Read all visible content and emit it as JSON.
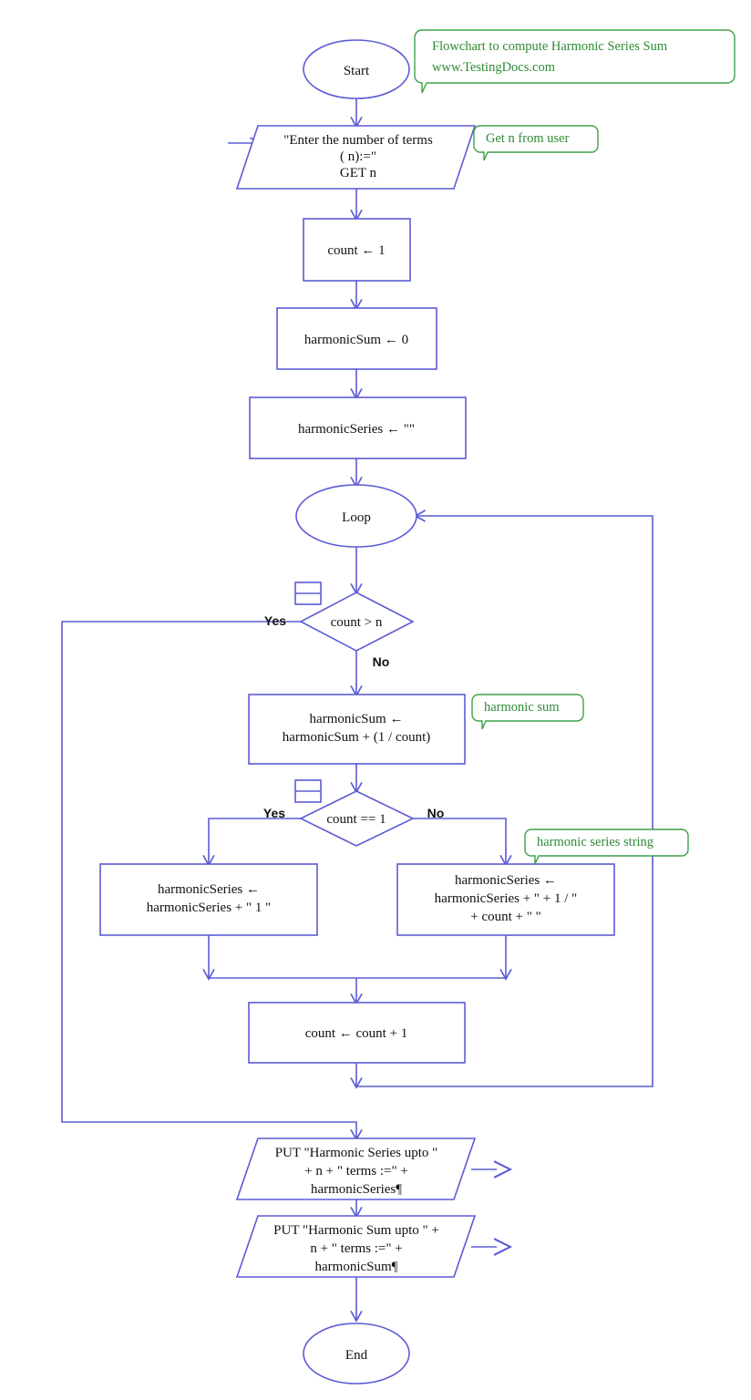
{
  "diagram": {
    "title_note": {
      "line1": "Flowchart to compute Harmonic Series Sum",
      "line2": "www.TestingDocs.com"
    },
    "colors": {
      "shape_stroke": "#5b5bd6",
      "connector": "#5b5bd6",
      "note_stroke": "#3fa14a",
      "note_text": "#2e8b33",
      "node_text": "#111111",
      "background": "#ffffff"
    },
    "nodes": {
      "start": {
        "label": "Start",
        "type": "terminator"
      },
      "input_n": {
        "type": "input",
        "line1": "\"Enter the number of terms",
        "line2": "( n):=\"",
        "line3": "GET n"
      },
      "init_count": {
        "type": "process",
        "line1": "count ← 1"
      },
      "init_sum": {
        "type": "process",
        "line1": "harmonicSum ← 0"
      },
      "init_series": {
        "type": "process",
        "line1": "harmonicSeries ← \"\""
      },
      "loop": {
        "label": "Loop",
        "type": "loop-terminator"
      },
      "decision_count_gt_n": {
        "type": "decision",
        "label": "count > n",
        "yes_label": "Yes",
        "no_label": "No"
      },
      "accumulate_sum": {
        "type": "process",
        "line1": "harmonicSum ←",
        "line2": "harmonicSum  +  (1 / count)"
      },
      "decision_count_eq_1": {
        "type": "decision",
        "label": "count == 1",
        "yes_label": "Yes",
        "no_label": "No"
      },
      "series_first": {
        "type": "process",
        "line1": "harmonicSeries ←",
        "line2": "harmonicSeries  +  \" 1 \""
      },
      "series_next": {
        "type": "process",
        "line1": "harmonicSeries ←",
        "line2": "harmonicSeries  +  \"  +  1 / \"",
        "line3": "+   count  +  \" \""
      },
      "increment": {
        "type": "process",
        "line1": "count ← count  +  1"
      },
      "put_series": {
        "type": "output",
        "line1": "PUT \"Harmonic Series upto \"",
        "line2": "+ n + \" terms :=\" +",
        "line3": "harmonicSeries¶"
      },
      "put_sum": {
        "type": "output",
        "line1": "PUT \"Harmonic Sum upto \" +",
        "line2": "n + \" terms :=\" +",
        "line3": "harmonicSum¶"
      },
      "end": {
        "label": "End",
        "type": "terminator"
      }
    },
    "notes": [
      {
        "id": "note-get-n",
        "text": "Get n from user"
      },
      {
        "id": "note-harmonic-sum",
        "text": "harmonic sum"
      },
      {
        "id": "note-harmonic-series-string",
        "text": "harmonic series string"
      }
    ]
  }
}
